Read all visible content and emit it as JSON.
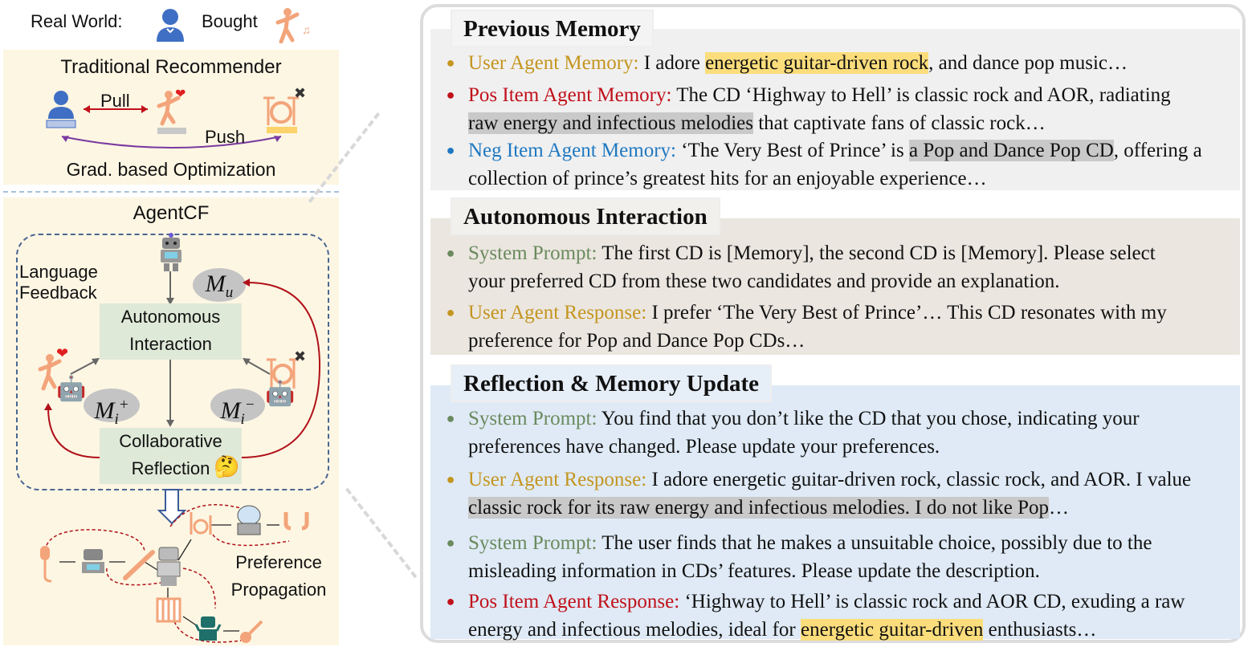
{
  "left_panel": {
    "real_world": {
      "label": "Real World:",
      "bought_label": "Bought"
    },
    "traditional": {
      "title": "Traditional Recommender",
      "pull_label": "Pull",
      "push_label": "Push",
      "caption": "Grad. based Optimization"
    },
    "agentcf": {
      "title": "AgentCF",
      "language_feedback_line1": "Language",
      "language_feedback_line2": "Feedback",
      "autonomous_line1": "Autonomous",
      "autonomous_line2": "Interaction",
      "collab_line1": "Collaborative",
      "collab_line2": "Reflection",
      "memory_user": {
        "base": "M",
        "sub": "u"
      },
      "memory_pos": {
        "base": "M",
        "sub": "i",
        "sup": "+"
      },
      "memory_neg": {
        "base": "M",
        "sub": "i",
        "sup": "−"
      },
      "propagation_line1": "Preference",
      "propagation_line2": "Propagation"
    },
    "colors": {
      "panel_bg": "#fdf6e3",
      "green_box": "#dfe9d8",
      "pull_arrow": "#c0101a",
      "push_arrow": "#7a3aa0",
      "feedback_arrow": "#b01018",
      "item_orange": "#f3a47a",
      "user_blue": "#3f6fc4"
    }
  },
  "right_panel": {
    "sections": [
      {
        "title": "Previous Memory",
        "items": [
          {
            "bullet_color": "#c4951f",
            "role": "User Agent Memory:",
            "pre": " I adore ",
            "hl": "energetic guitar-driven rock",
            "hl_type": "yellow",
            "post": ", and dance pop music…"
          },
          {
            "bullet_color": "#c0101a",
            "role": "Pos Item Agent Memory:",
            "pre": " The CD ‘Highway to Hell’ is classic rock and AOR, radiating ",
            "hl": "raw energy and infectious melodies",
            "hl_type": "gray",
            "post": " that captivate fans of classic rock…"
          },
          {
            "bullet_color": "#1f78c1",
            "role": "Neg Item Agent Memory:",
            "pre": " ‘The Very Best of Prince’ is ",
            "hl": "a Pop and Dance Pop CD",
            "hl_type": "gray",
            "post": ", offering a collection of prince’s greatest hits for an enjoyable experience…"
          }
        ]
      },
      {
        "title": "Autonomous Interaction",
        "items": [
          {
            "bullet_color": "#6b8a5e",
            "role": "System Prompt:",
            "pre": " The first CD is [Memory], the second CD is [Memory]. Please select your preferred CD from these two candidates and provide an explanation.",
            "hl": "",
            "post": ""
          },
          {
            "bullet_color": "#c4951f",
            "role": "User Agent Response:",
            "pre": " I prefer ‘The Very Best of Prince’… This CD resonates with my preference for Pop and Dance Pop CDs…",
            "hl": "",
            "post": ""
          }
        ]
      },
      {
        "title": "Reflection & Memory Update",
        "items": [
          {
            "bullet_color": "#6b8a5e",
            "role": "System Prompt:",
            "pre": " You find that you don’t like the CD that you chose, indicating your preferences have changed. Please update your preferences.",
            "hl": "",
            "post": ""
          },
          {
            "bullet_color": "#c4951f",
            "role": "User Agent Response:",
            "pre": " I adore energetic guitar-driven rock, classic rock, and AOR. I value ",
            "hl": "classic rock for its raw energy and infectious melodies. I do not like Pop",
            "hl_type": "gray",
            "post": "…"
          },
          {
            "bullet_color": "#6b8a5e",
            "role": "System Prompt:",
            "pre": " The user finds that he makes a unsuitable choice, possibly due to the misleading information in CDs’ features. Please update the description.",
            "hl": "",
            "post": ""
          },
          {
            "bullet_color": "#c0101a",
            "role": "Pos Item Agent Response:",
            "pre": " ‘Highway to Hell’ is classic rock and AOR CD,  exuding a raw energy and infectious melodies, ideal for ",
            "hl": "energetic guitar-driven",
            "hl_type": "yellow",
            "post": " enthusiasts…"
          }
        ]
      }
    ],
    "colors": {
      "sec1_bg": "#f0f0f0",
      "sec2_bg": "#ebe6e0",
      "sec3_bg": "#dfeaf6",
      "highlight_yellow": "#fbdd7c",
      "highlight_gray": "#c9c9c9"
    }
  },
  "icons": [
    "user-icon",
    "dancer-icon",
    "drum-kit-icon",
    "heart-icon",
    "cross-icon",
    "robot-icon",
    "thinking-face-icon",
    "microphone-icon",
    "clarinet-icon",
    "piano-icon",
    "guitar-icon",
    "earphones-icon",
    "down-arrow-icon"
  ]
}
